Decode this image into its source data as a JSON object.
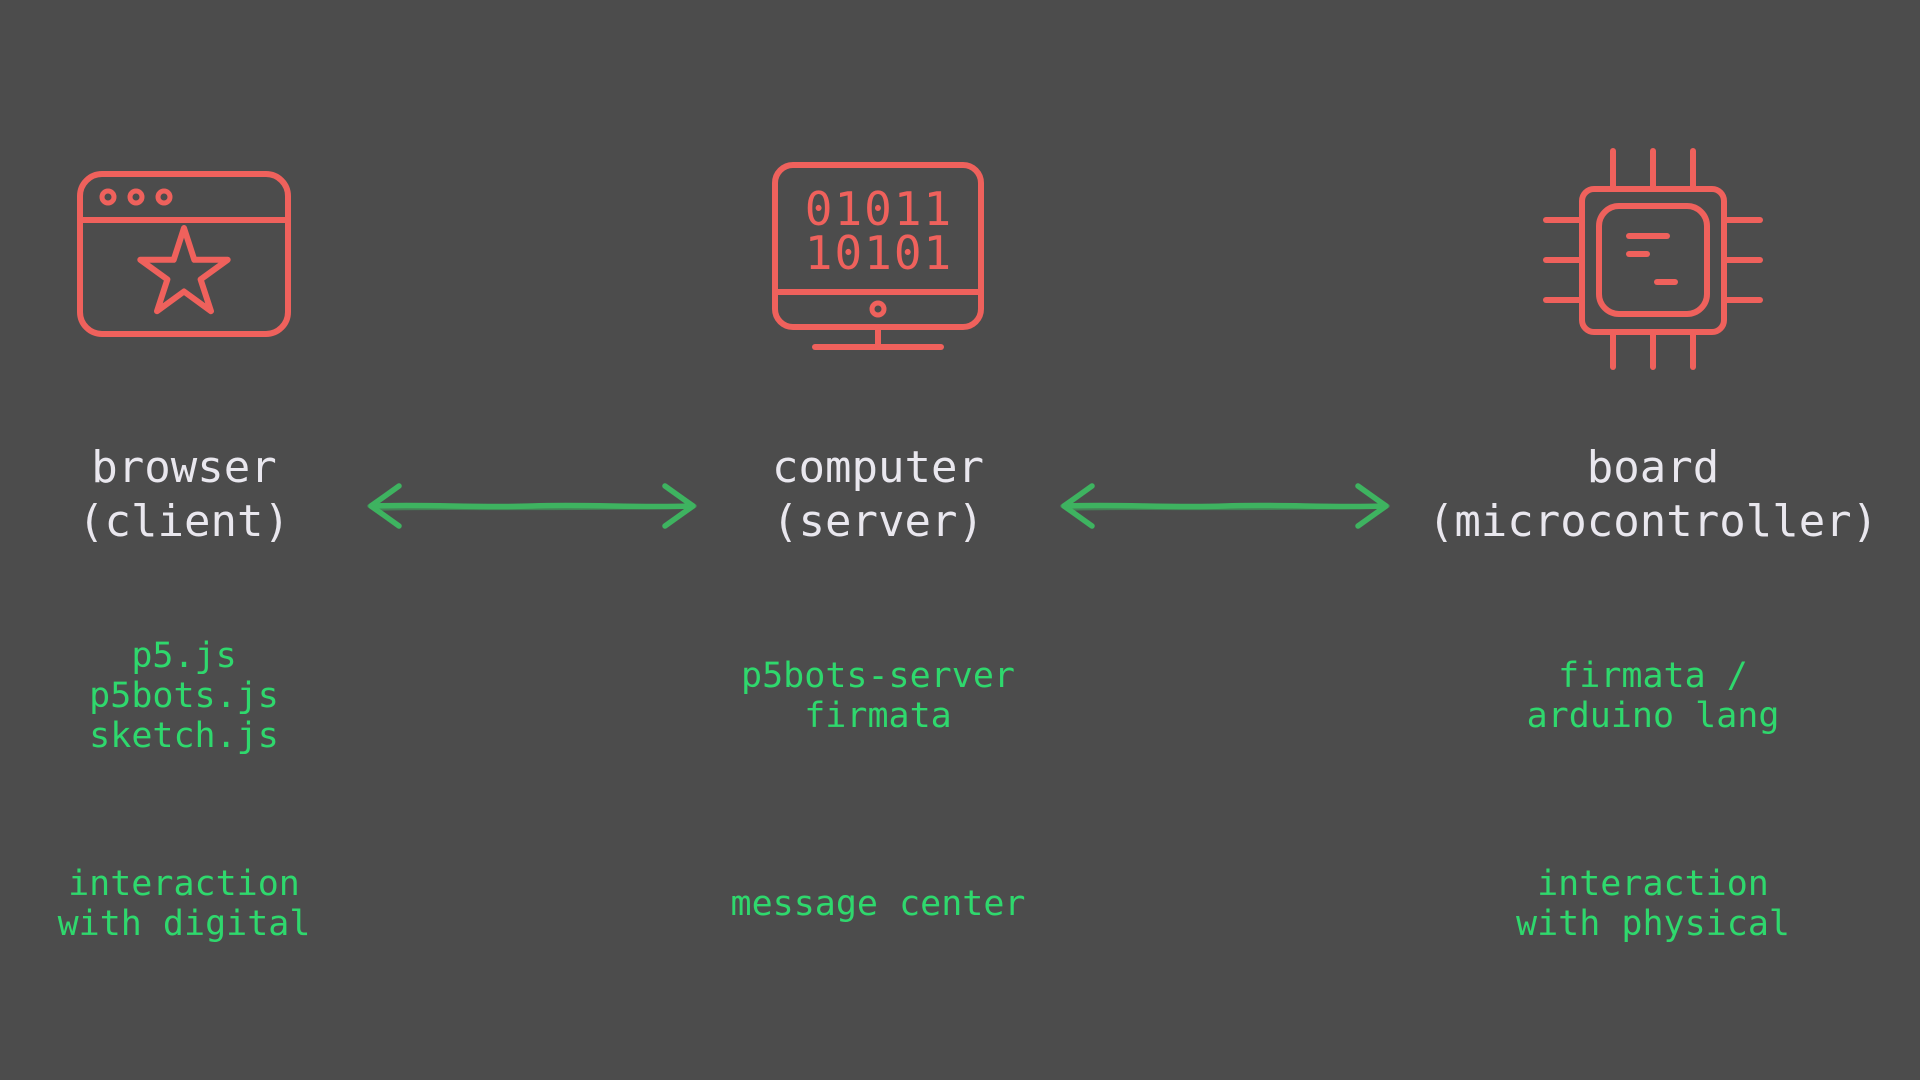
{
  "colors": {
    "bg": "#4c4c4c",
    "red": "#ef615c",
    "green": "#2fd86d",
    "arrow": "#3eb360",
    "light": "#e9e7ee"
  },
  "columns": [
    {
      "name": "browser-client",
      "icon": "browser-window-icon",
      "title": [
        "browser",
        "(client)"
      ],
      "stack": [
        "p5.js",
        "p5bots.js",
        "sketch.js"
      ],
      "role": [
        "interaction",
        "with digital"
      ]
    },
    {
      "name": "computer-server",
      "icon": "binary-monitor-icon",
      "screen_binary": [
        "01011",
        "10101"
      ],
      "title": [
        "computer",
        "(server)"
      ],
      "stack": [
        "p5bots-server",
        "firmata"
      ],
      "role": [
        "message center"
      ]
    },
    {
      "name": "board-microcontroller",
      "icon": "microchip-icon",
      "title": [
        "board",
        "(microcontroller)"
      ],
      "stack": [
        "firmata /",
        "arduino lang"
      ],
      "role": [
        "interaction",
        "with physical"
      ]
    }
  ],
  "arrows": [
    {
      "name": "browser-computer-link",
      "direction": "bidirectional"
    },
    {
      "name": "computer-board-link",
      "direction": "bidirectional"
    }
  ]
}
